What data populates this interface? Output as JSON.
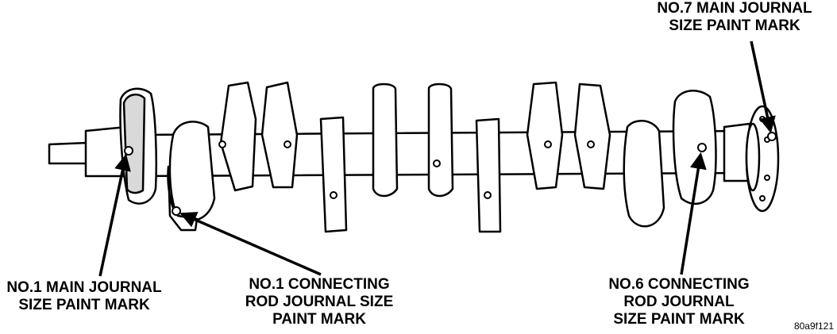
{
  "labels": {
    "main_journal_1": [
      "NO.1 MAIN JOURNAL",
      "SIZE PAINT MARK"
    ],
    "rod_journal_1": [
      "NO.1 CONNECTING",
      "ROD JOURNAL SIZE",
      "PAINT MARK"
    ],
    "rod_journal_6": [
      "NO.6 CONNECTING",
      "ROD JOURNAL",
      "SIZE PAINT MARK"
    ],
    "main_journal_7": [
      "NO.7 MAIN JOURNAL",
      "SIZE PAINT MARK"
    ]
  },
  "figure_id": "80a9f121",
  "colors": {
    "ink": "#000000",
    "paper": "#ffffff",
    "shade": "#d9d9d9"
  }
}
